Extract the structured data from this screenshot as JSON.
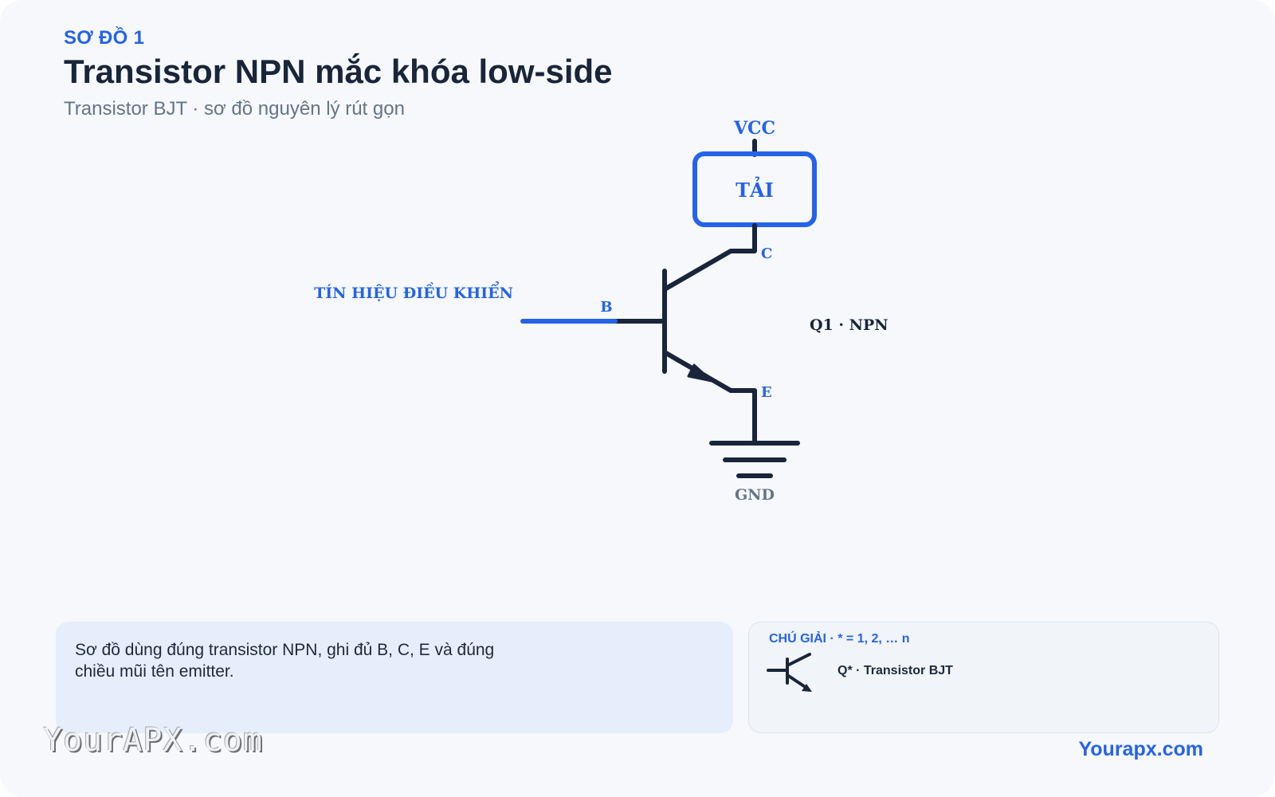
{
  "header": {
    "eyebrow": "SƠ ĐỒ 1",
    "title": "Transistor NPN mắc khóa low-side",
    "subtitle": "Transistor BJT · sơ đồ nguyên lý rút gọn"
  },
  "diagram": {
    "vcc_label": "VCC",
    "load_label": "TẢI",
    "signal_label": "TÍN HIỆU ĐIỀU KHIỂN",
    "pin_b": "B",
    "pin_c": "C",
    "pin_e": "E",
    "transistor_label": "Q1 · NPN",
    "gnd_label": "GND"
  },
  "note": {
    "text": "Sơ đồ dùng đúng transistor NPN, ghi đủ B, C, E và đúng chiều mũi tên emitter."
  },
  "legend": {
    "title": "CHÚ GIẢI · * = 1, 2, … n",
    "item_icon": "npn-transistor-icon",
    "item_label": "Q* · Transistor BJT"
  },
  "footer": {
    "watermark": "YourAPX.com",
    "brand": "Yourapx.com"
  },
  "colors": {
    "accent": "#2563eb",
    "ink": "#18253a",
    "muted": "#64748b",
    "background": "#f6f8fb",
    "note_bg": "#e6eefc"
  }
}
